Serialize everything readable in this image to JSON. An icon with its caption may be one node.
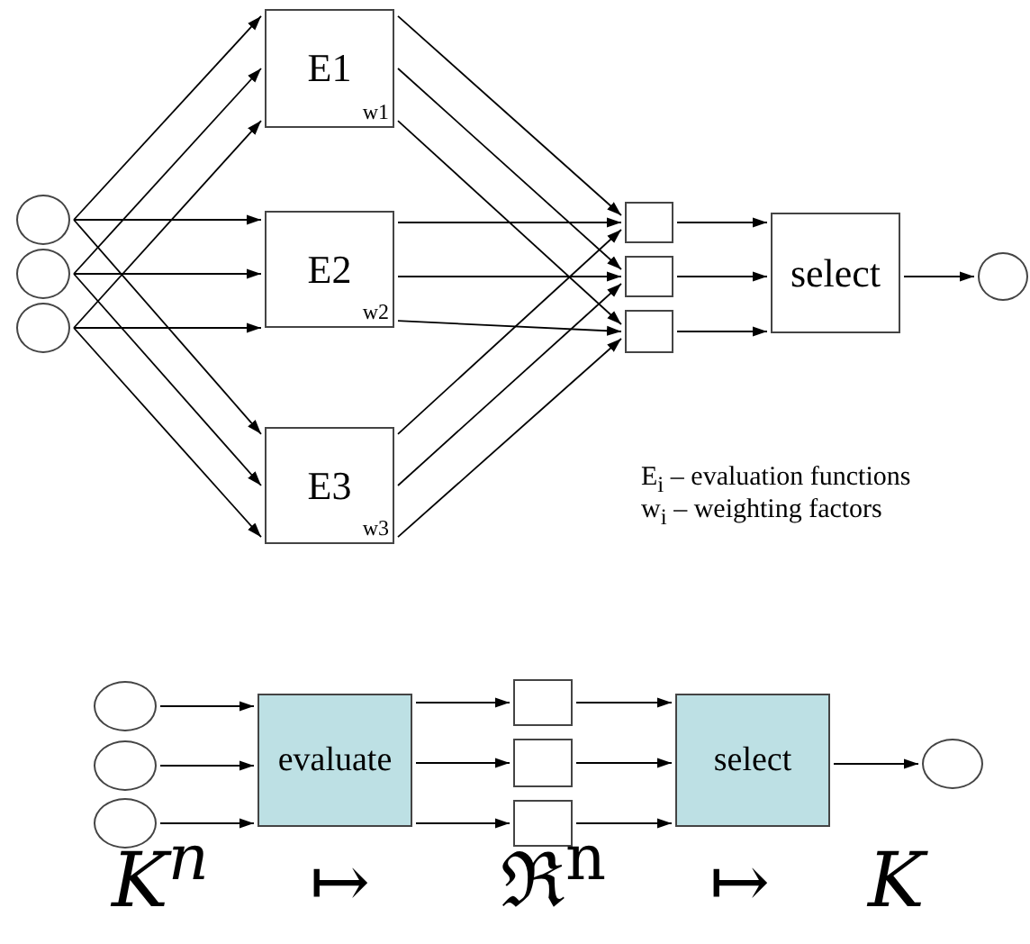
{
  "diagram": {
    "nodes": [
      {
        "text": [],
        "shape": "circle"
      },
      {
        "text": [],
        "shape": "circle"
      },
      {
        "text": [],
        "shape": "circle"
      },
      {
        "text": [
          "E1",
          "w1"
        ]
      },
      {
        "text": [
          "E2",
          "w2"
        ]
      },
      {
        "text": [
          "E3",
          "w3"
        ]
      },
      {
        "text": [],
        "shape": "box"
      },
      {
        "text": [],
        "shape": "box"
      },
      {
        "text": [],
        "shape": "box"
      },
      {
        "text": [
          "select"
        ]
      },
      {
        "text": [],
        "shape": "circle"
      },
      {
        "text": [],
        "shape": "circle"
      },
      {
        "text": [],
        "shape": "circle"
      },
      {
        "text": [],
        "shape": "circle"
      },
      {
        "text": [
          "evaluate"
        ]
      },
      {
        "text": [],
        "shape": "box"
      },
      {
        "text": [],
        "shape": "box"
      },
      {
        "text": [],
        "shape": "box"
      },
      {
        "text": [
          "select"
        ]
      },
      {
        "text": [],
        "shape": "circle"
      }
    ],
    "edges": [
      {
        "from": 0,
        "to": 3,
        "arrow": "to"
      },
      {
        "from": 0,
        "to": 4,
        "arrow": "to"
      },
      {
        "from": 0,
        "to": 5,
        "arrow": "to"
      },
      {
        "from": 1,
        "to": 3,
        "arrow": "to"
      },
      {
        "from": 1,
        "to": 4,
        "arrow": "to"
      },
      {
        "from": 1,
        "to": 5,
        "arrow": "to"
      },
      {
        "from": 2,
        "to": 3,
        "arrow": "to"
      },
      {
        "from": 2,
        "to": 4,
        "arrow": "to"
      },
      {
        "from": 2,
        "to": 5,
        "arrow": "to"
      },
      {
        "from": 3,
        "to": 6,
        "arrow": "to"
      },
      {
        "from": 3,
        "to": 7,
        "arrow": "to"
      },
      {
        "from": 3,
        "to": 8,
        "arrow": "to"
      },
      {
        "from": 4,
        "to": 6,
        "arrow": "to"
      },
      {
        "from": 4,
        "to": 7,
        "arrow": "to"
      },
      {
        "from": 4,
        "to": 8,
        "arrow": "to"
      },
      {
        "from": 5,
        "to": 6,
        "arrow": "to"
      },
      {
        "from": 5,
        "to": 7,
        "arrow": "to"
      },
      {
        "from": 5,
        "to": 8,
        "arrow": "to"
      },
      {
        "from": 6,
        "to": 9,
        "arrow": "to"
      },
      {
        "from": 7,
        "to": 9,
        "arrow": "to"
      },
      {
        "from": 8,
        "to": 9,
        "arrow": "to"
      },
      {
        "from": 9,
        "to": 10,
        "arrow": "to"
      },
      {
        "from": 11,
        "to": 14,
        "arrow": "to"
      },
      {
        "from": 12,
        "to": 14,
        "arrow": "to"
      },
      {
        "from": 13,
        "to": 14,
        "arrow": "to"
      },
      {
        "from": 14,
        "to": 15,
        "arrow": "to"
      },
      {
        "from": 14,
        "to": 16,
        "arrow": "to"
      },
      {
        "from": 14,
        "to": 17,
        "arrow": "to"
      },
      {
        "from": 15,
        "to": 18,
        "arrow": "to"
      },
      {
        "from": 16,
        "to": 18,
        "arrow": "to"
      },
      {
        "from": 17,
        "to": 18,
        "arrow": "to"
      },
      {
        "from": 18,
        "to": 19,
        "arrow": "to"
      }
    ],
    "labels": [
      "E$_{i}$ – evaluation functions",
      "w$_{i}$ – weighting factors",
      "K$^{n}$",
      "↦",
      "ℜ$^{n}$",
      "↦",
      "K"
    ]
  }
}
